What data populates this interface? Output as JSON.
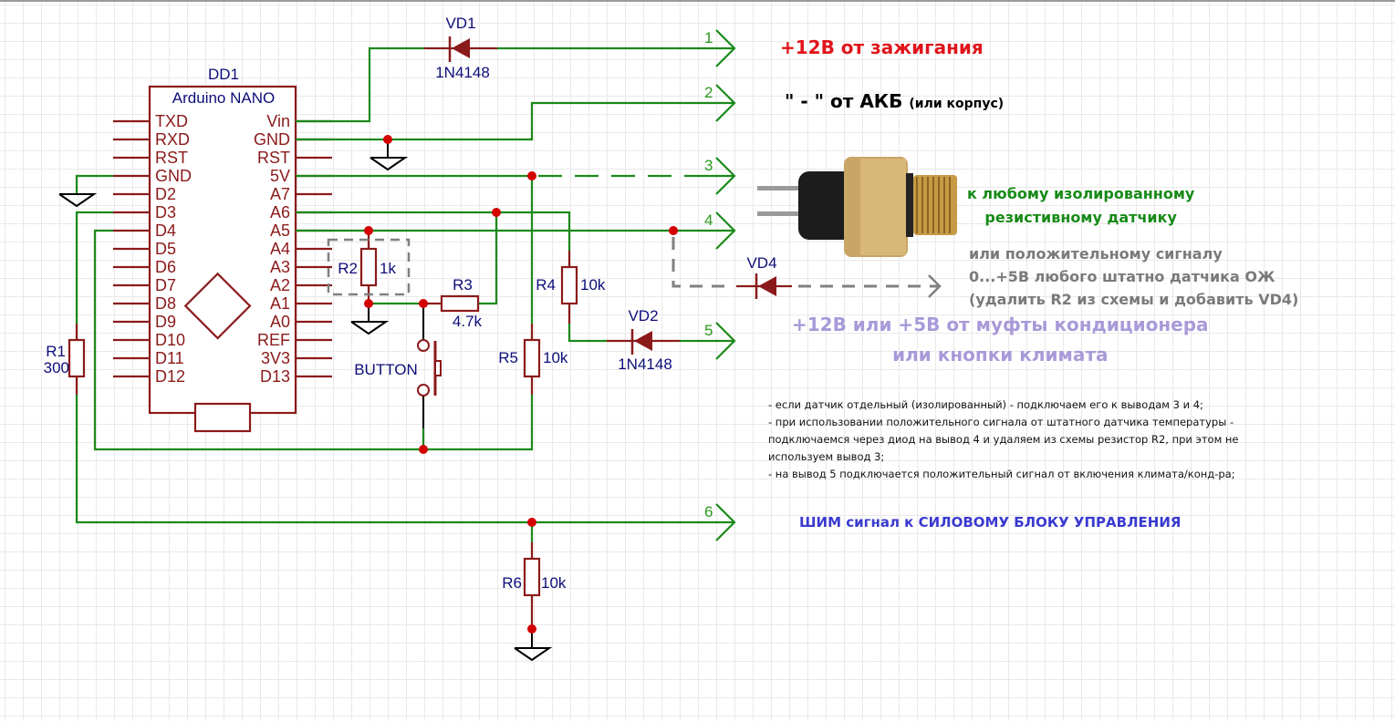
{
  "component": {
    "designator": "DD1",
    "name": "Arduino NANO",
    "left_pins": [
      "TXD",
      "RXD",
      "RST",
      "GND",
      "D2",
      "D3",
      "D4",
      "D5",
      "D6",
      "D7",
      "D8",
      "D9",
      "D10",
      "D11",
      "D12"
    ],
    "right_pins": [
      "Vin",
      "GND",
      "RST",
      "5V",
      "A7",
      "A6",
      "A5",
      "A4",
      "A3",
      "A2",
      "A1",
      "A0",
      "REF",
      "3V3",
      "D13"
    ]
  },
  "parts": {
    "vd1": {
      "name": "VD1",
      "value": "1N4148"
    },
    "vd2": {
      "name": "VD2",
      "value": "1N4148"
    },
    "vd4": {
      "name": "VD4"
    },
    "r1": {
      "name": "R1",
      "value": "300"
    },
    "r2": {
      "name": "R2",
      "value": "1k"
    },
    "r3": {
      "name": "R3",
      "value": "4.7k"
    },
    "r4": {
      "name": "R4",
      "value": "10k"
    },
    "r5": {
      "name": "R5",
      "value": "10k"
    },
    "r6": {
      "name": "R6",
      "value": "10k"
    },
    "button": {
      "name": "BUTTON"
    }
  },
  "nets": [
    "1",
    "2",
    "3",
    "4",
    "5",
    "6"
  ],
  "notes": {
    "ignition": "+12В от зажигания",
    "battery_main": "\" - \" от АКБ",
    "battery_sub": "(или корпус)",
    "resistive_1": "к любому изолированному",
    "resistive_2": "резистивному датчику",
    "positive_1": "или положительному сигналу",
    "positive_2": "0...+5В любого штатно датчика ОЖ",
    "positive_3": "(удалить R2 из схемы и добавить VD4)",
    "climate_1": "+12В или +5В от муфты кондиционера",
    "climate_2": "или кнопки климата",
    "pwm": "ШИМ сигнал к СИЛОВОМУ БЛОКУ УПРАВЛЕНИЯ"
  },
  "description": [
    "- если датчик отдельный (изолированный) - подключаем его к выводам 3 и 4;",
    "- при использовании положительного сигнала от штатного датчика температуры -",
    "подключаемся через диод на вывод 4 и удаляем из схемы резистор R2, при этом не",
    "используем вывод 3;",
    "- на вывод 5 подключается положительный сигнал от включения климата/конд-ра;"
  ],
  "icons": {
    "sensor": "coolant-temperature-sensor-photo"
  }
}
